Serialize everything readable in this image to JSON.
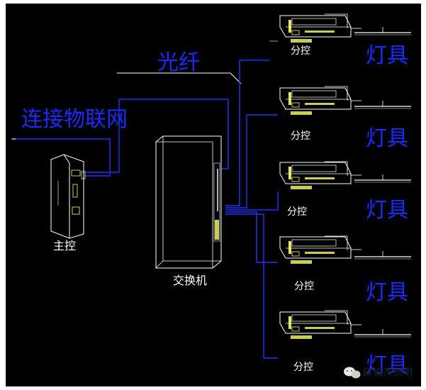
{
  "labels": {
    "fiber": "光纤",
    "iot": "连接物联网",
    "main_controller": "主控",
    "switch": "交换机",
    "sub_controller": "分控",
    "lamp": "灯具",
    "watermark": "欧锐杰照明"
  },
  "colors": {
    "background": "#000000",
    "wire": "#2030ff",
    "device": "#ffffff",
    "lamp_line": "#ffffff",
    "highlight": "#ffff66",
    "label_blue": "#1a2bff"
  },
  "icons": {
    "watermark_icon": "wechat-icon"
  }
}
